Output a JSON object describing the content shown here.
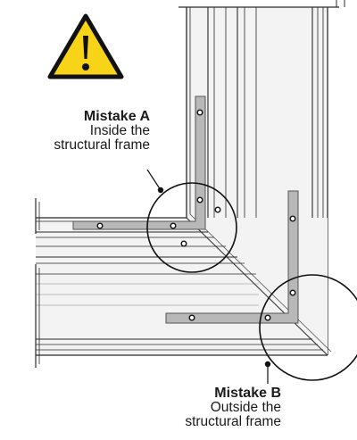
{
  "warning": {
    "icon": "warning-triangle-icon",
    "fill": "#f7d417",
    "stroke": "#111111"
  },
  "mistake_a": {
    "title": "Mistake A",
    "line1": "Inside the",
    "line2": "structural frame"
  },
  "mistake_b": {
    "title": "Mistake B",
    "line1": "Outside the",
    "line2": "structural frame"
  },
  "colors": {
    "line": "#2a2a2a",
    "fill": "#f2f2f2",
    "bracket": "#b8b8b8"
  }
}
